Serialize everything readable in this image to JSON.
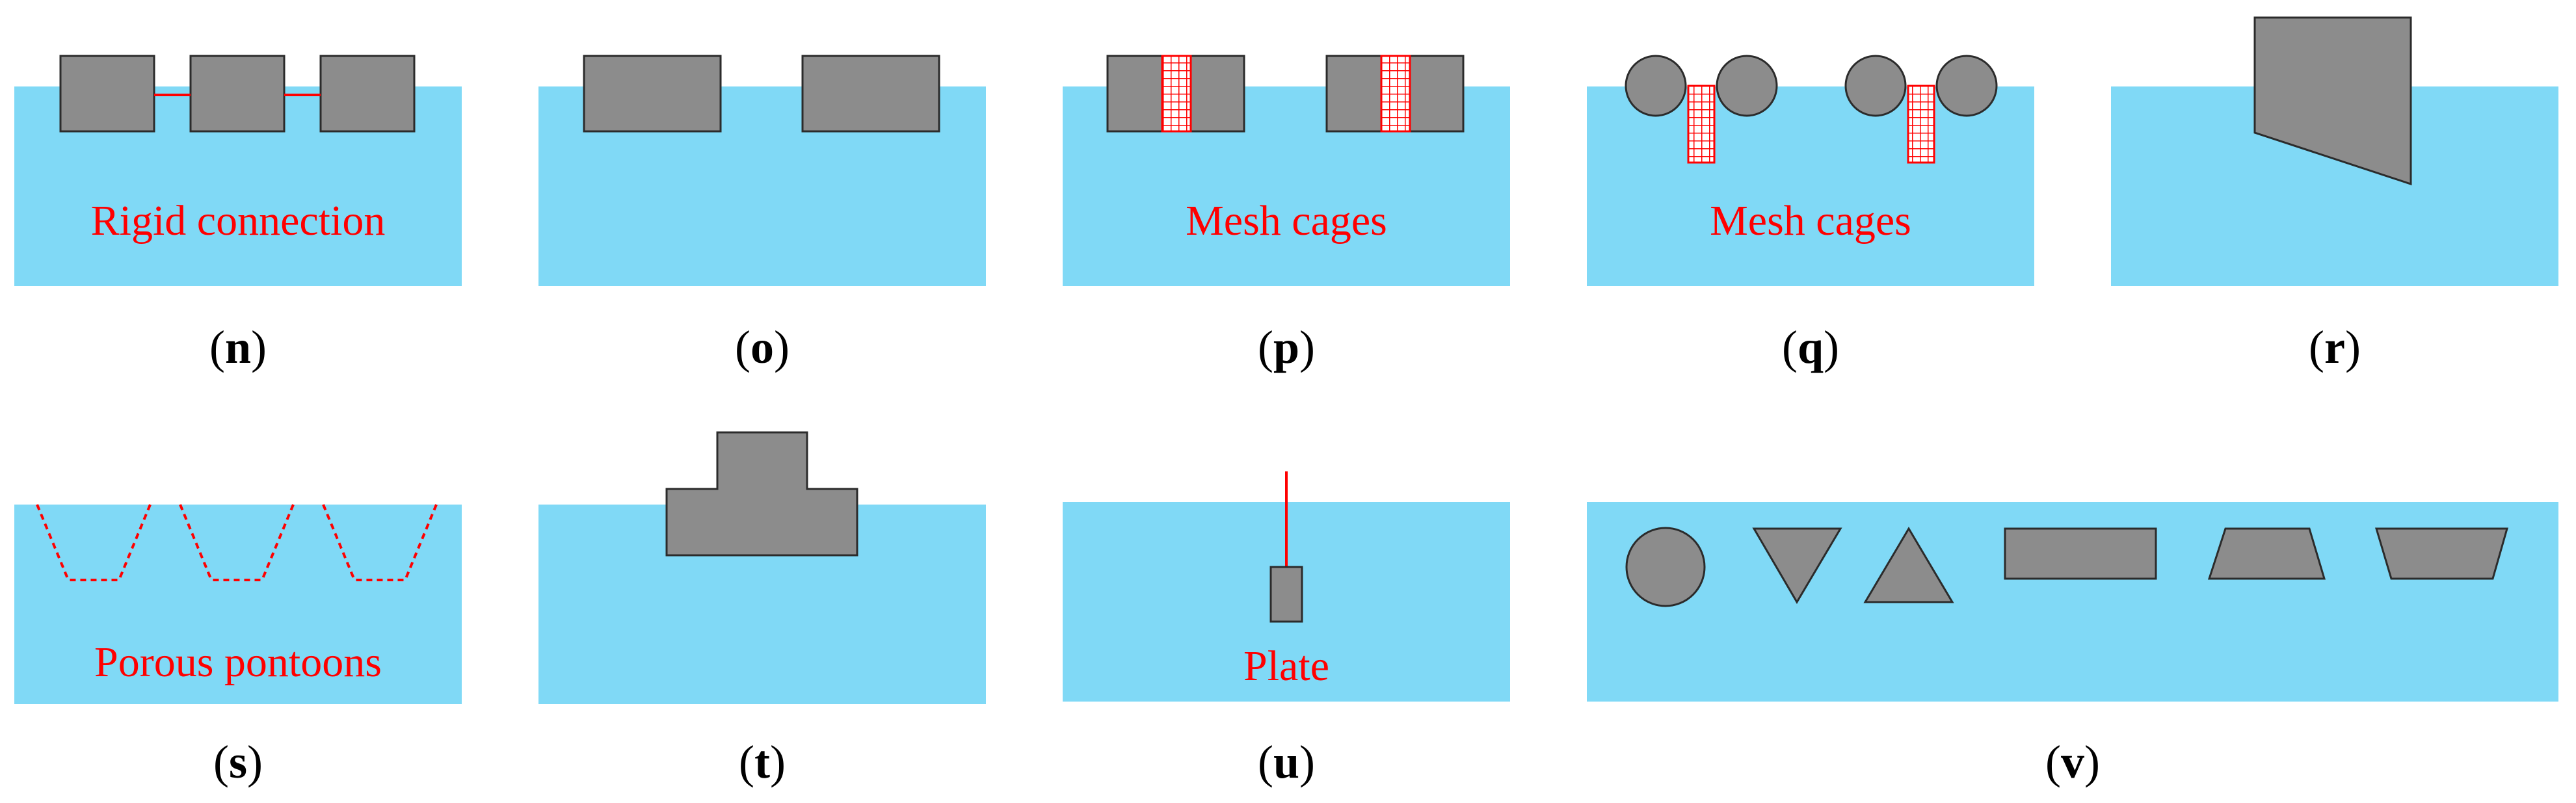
{
  "colors": {
    "water": "#80D9F6",
    "body": "#8C8C8C",
    "outline": "#2B2B2B",
    "accent": "#FF0000"
  },
  "panels": [
    {
      "id": "n",
      "label": "n",
      "annotation": "Rigid connection"
    },
    {
      "id": "o",
      "label": "o"
    },
    {
      "id": "p",
      "label": "p",
      "annotation": "Mesh cages"
    },
    {
      "id": "q",
      "label": "q",
      "annotation": "Mesh cages"
    },
    {
      "id": "r",
      "label": "r"
    },
    {
      "id": "s",
      "label": "s",
      "annotation": "Porous pontoons"
    },
    {
      "id": "t",
      "label": "t"
    },
    {
      "id": "u",
      "label": "u",
      "annotation": "Plate"
    },
    {
      "id": "v",
      "label": "v"
    }
  ]
}
